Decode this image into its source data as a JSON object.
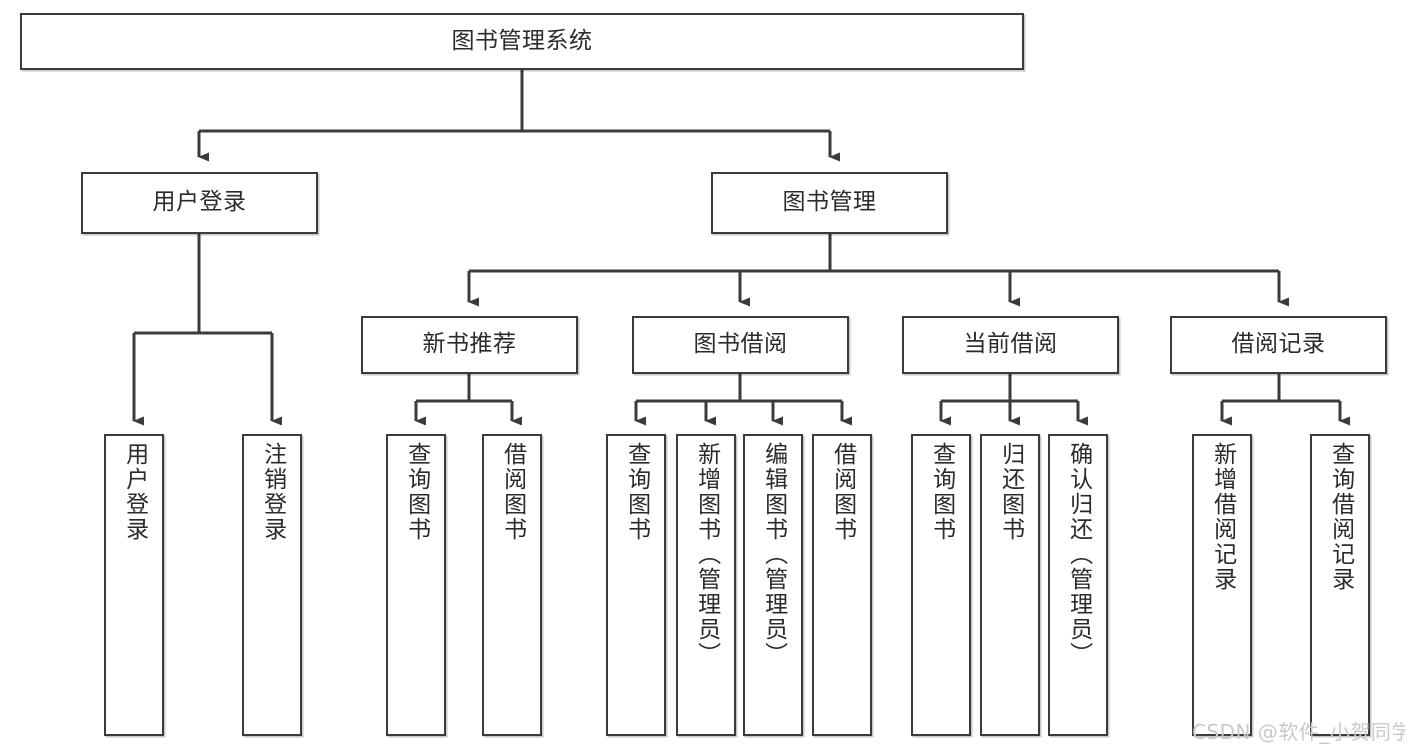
{
  "diagram": {
    "title": "图书管理系统",
    "type": "hierarchy-tree",
    "stroke_color": "#3b3b3b",
    "text_color": "#2b2b2b",
    "background_color": "#ffffff",
    "root": {
      "label": "图书管理系统"
    },
    "level2": [
      {
        "label": "用户登录"
      },
      {
        "label": "图书管理"
      }
    ],
    "level3": [
      {
        "label": "新书推荐"
      },
      {
        "label": "图书借阅"
      },
      {
        "label": "当前借阅"
      },
      {
        "label": "借阅记录"
      }
    ],
    "leaves": {
      "user_login": [
        {
          "label": "用户登录"
        },
        {
          "label": "注销登录"
        }
      ],
      "new_book_recommend": [
        {
          "label": "查询图书"
        },
        {
          "label": "借阅图书"
        }
      ],
      "book_borrow": [
        {
          "label": "查询图书"
        },
        {
          "label": "新增图书（管理员）"
        },
        {
          "label": "编辑图书（管理员）"
        },
        {
          "label": "借阅图书"
        }
      ],
      "current_borrow": [
        {
          "label": "查询图书"
        },
        {
          "label": "归还图书"
        },
        {
          "label": "确认归还（管理员）"
        }
      ],
      "borrow_record": [
        {
          "label": "新增借阅记录"
        },
        {
          "label": "查询借阅记录"
        }
      ]
    }
  },
  "watermark": {
    "text": "CSDN @软件_小贺同学"
  }
}
